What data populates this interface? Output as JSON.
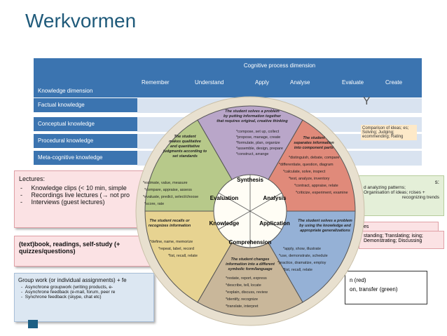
{
  "slide": {
    "title": "Werkvormen"
  },
  "table": {
    "corner_label": "Knowledge dimension",
    "top_header": "Cognitive process dimension",
    "columns": [
      "Remember",
      "Understand",
      "Apply",
      "Analyse",
      "Evaluate",
      "Create"
    ],
    "rows": [
      "Factual knowledge",
      "Conceptual knowledge",
      "Procedural knowledge",
      "Meta-cognitive knowledge"
    ]
  },
  "boxes": {
    "lectures": {
      "title": "Lectures:",
      "items": [
        "Knowledge clips (< 10 min, simple",
        "Recordings live lectures (→ not pro",
        "Interviews (guest lectures)"
      ]
    },
    "textbook": {
      "text": "(text)book, readings, self-study (+ quizzes/questions)"
    },
    "group": {
      "title": "Group work (or individual assignments) + fe",
      "items": [
        "Asynchrone groupwork (writing products, e-",
        "Asynchrone feedback (e-mail, forum, peer re",
        "Synchrone feedback (skype, chat etc)"
      ]
    }
  },
  "right_fragments": {
    "big_letter": "Y",
    "orange_note": "Comparison of ideas; es; Solving; Judging; ecommending; Rating",
    "green_lines": [
      "s:",
      "d analyzing patterns;",
      "Organisation of ideas; rcises +",
      "recognizing trends"
    ],
    "pink1": "es",
    "pink2": "standing; Translating; ising; Demonstrating; Discussing",
    "white_lines": [
      "n (red)",
      "on, transfer (green)"
    ]
  },
  "wheel": {
    "center": [
      "Knowledge",
      "Comprehension",
      "Application",
      "Analysis",
      "Synthesis",
      "Evaluation"
    ],
    "segments": {
      "synthesis_desc": [
        "The student solves a problem",
        "by putting information together",
        "that requires original, creative thinking"
      ],
      "synthesis_verbs": [
        "*compose, set up, collect",
        "*propose, manage, create",
        "*formulate, plan, organize",
        "*assemble, design, prepare",
        "*construct, arrange"
      ],
      "analysis_desc": [
        "The student",
        "separates information",
        "into component parts"
      ],
      "analysis_verbs": [
        "*distinguish, debate, compare",
        "*differentiate, question, diagram",
        "*calculate, solve, inspect",
        "*test, analyze, inventory",
        "*contract, appraise, relate",
        "*criticize, experiment, examine"
      ],
      "evaluation_desc": [
        "The student",
        "makes qualitative",
        "and quantitative",
        "judgments according to",
        "set standards"
      ],
      "evaluation_verbs": [
        "*estimate, value, measure",
        "*compare, appraise, assess",
        "*evaluate, predict, select/choose",
        "*score, rate"
      ],
      "knowledge_desc": [
        "The student recalls or",
        "recognizes information"
      ],
      "knowledge_verbs": [
        "*define, name, memorize",
        "*repeat, label, record",
        "*list, recall, relate"
      ],
      "application_desc": [
        "The student solves a problem",
        "by using the knowledge and",
        "appropriate generalizations"
      ],
      "application_verbs": [
        "*apply, show, illustrate",
        "*use, demonstrate, schedule",
        "*practice, dramatize, employ",
        "*list, recall, relate"
      ],
      "comprehension_desc": [
        "The student changes",
        "information into a different",
        "symbolic form/language"
      ],
      "comprehension_verbs": [
        "*restate, report, express",
        "*describe, tell, locate",
        "*explain, discuss, review",
        "*identify, recognize",
        "*translate, interpret"
      ]
    },
    "colors": {
      "synthesis": "#b9a6c9",
      "analysis": "#e08a7a",
      "evaluation": "#b7c98a",
      "knowledge": "#e7d391",
      "application": "#95b1d6",
      "comprehension": "#c9b79a",
      "rim": "#e8e0cf"
    }
  }
}
